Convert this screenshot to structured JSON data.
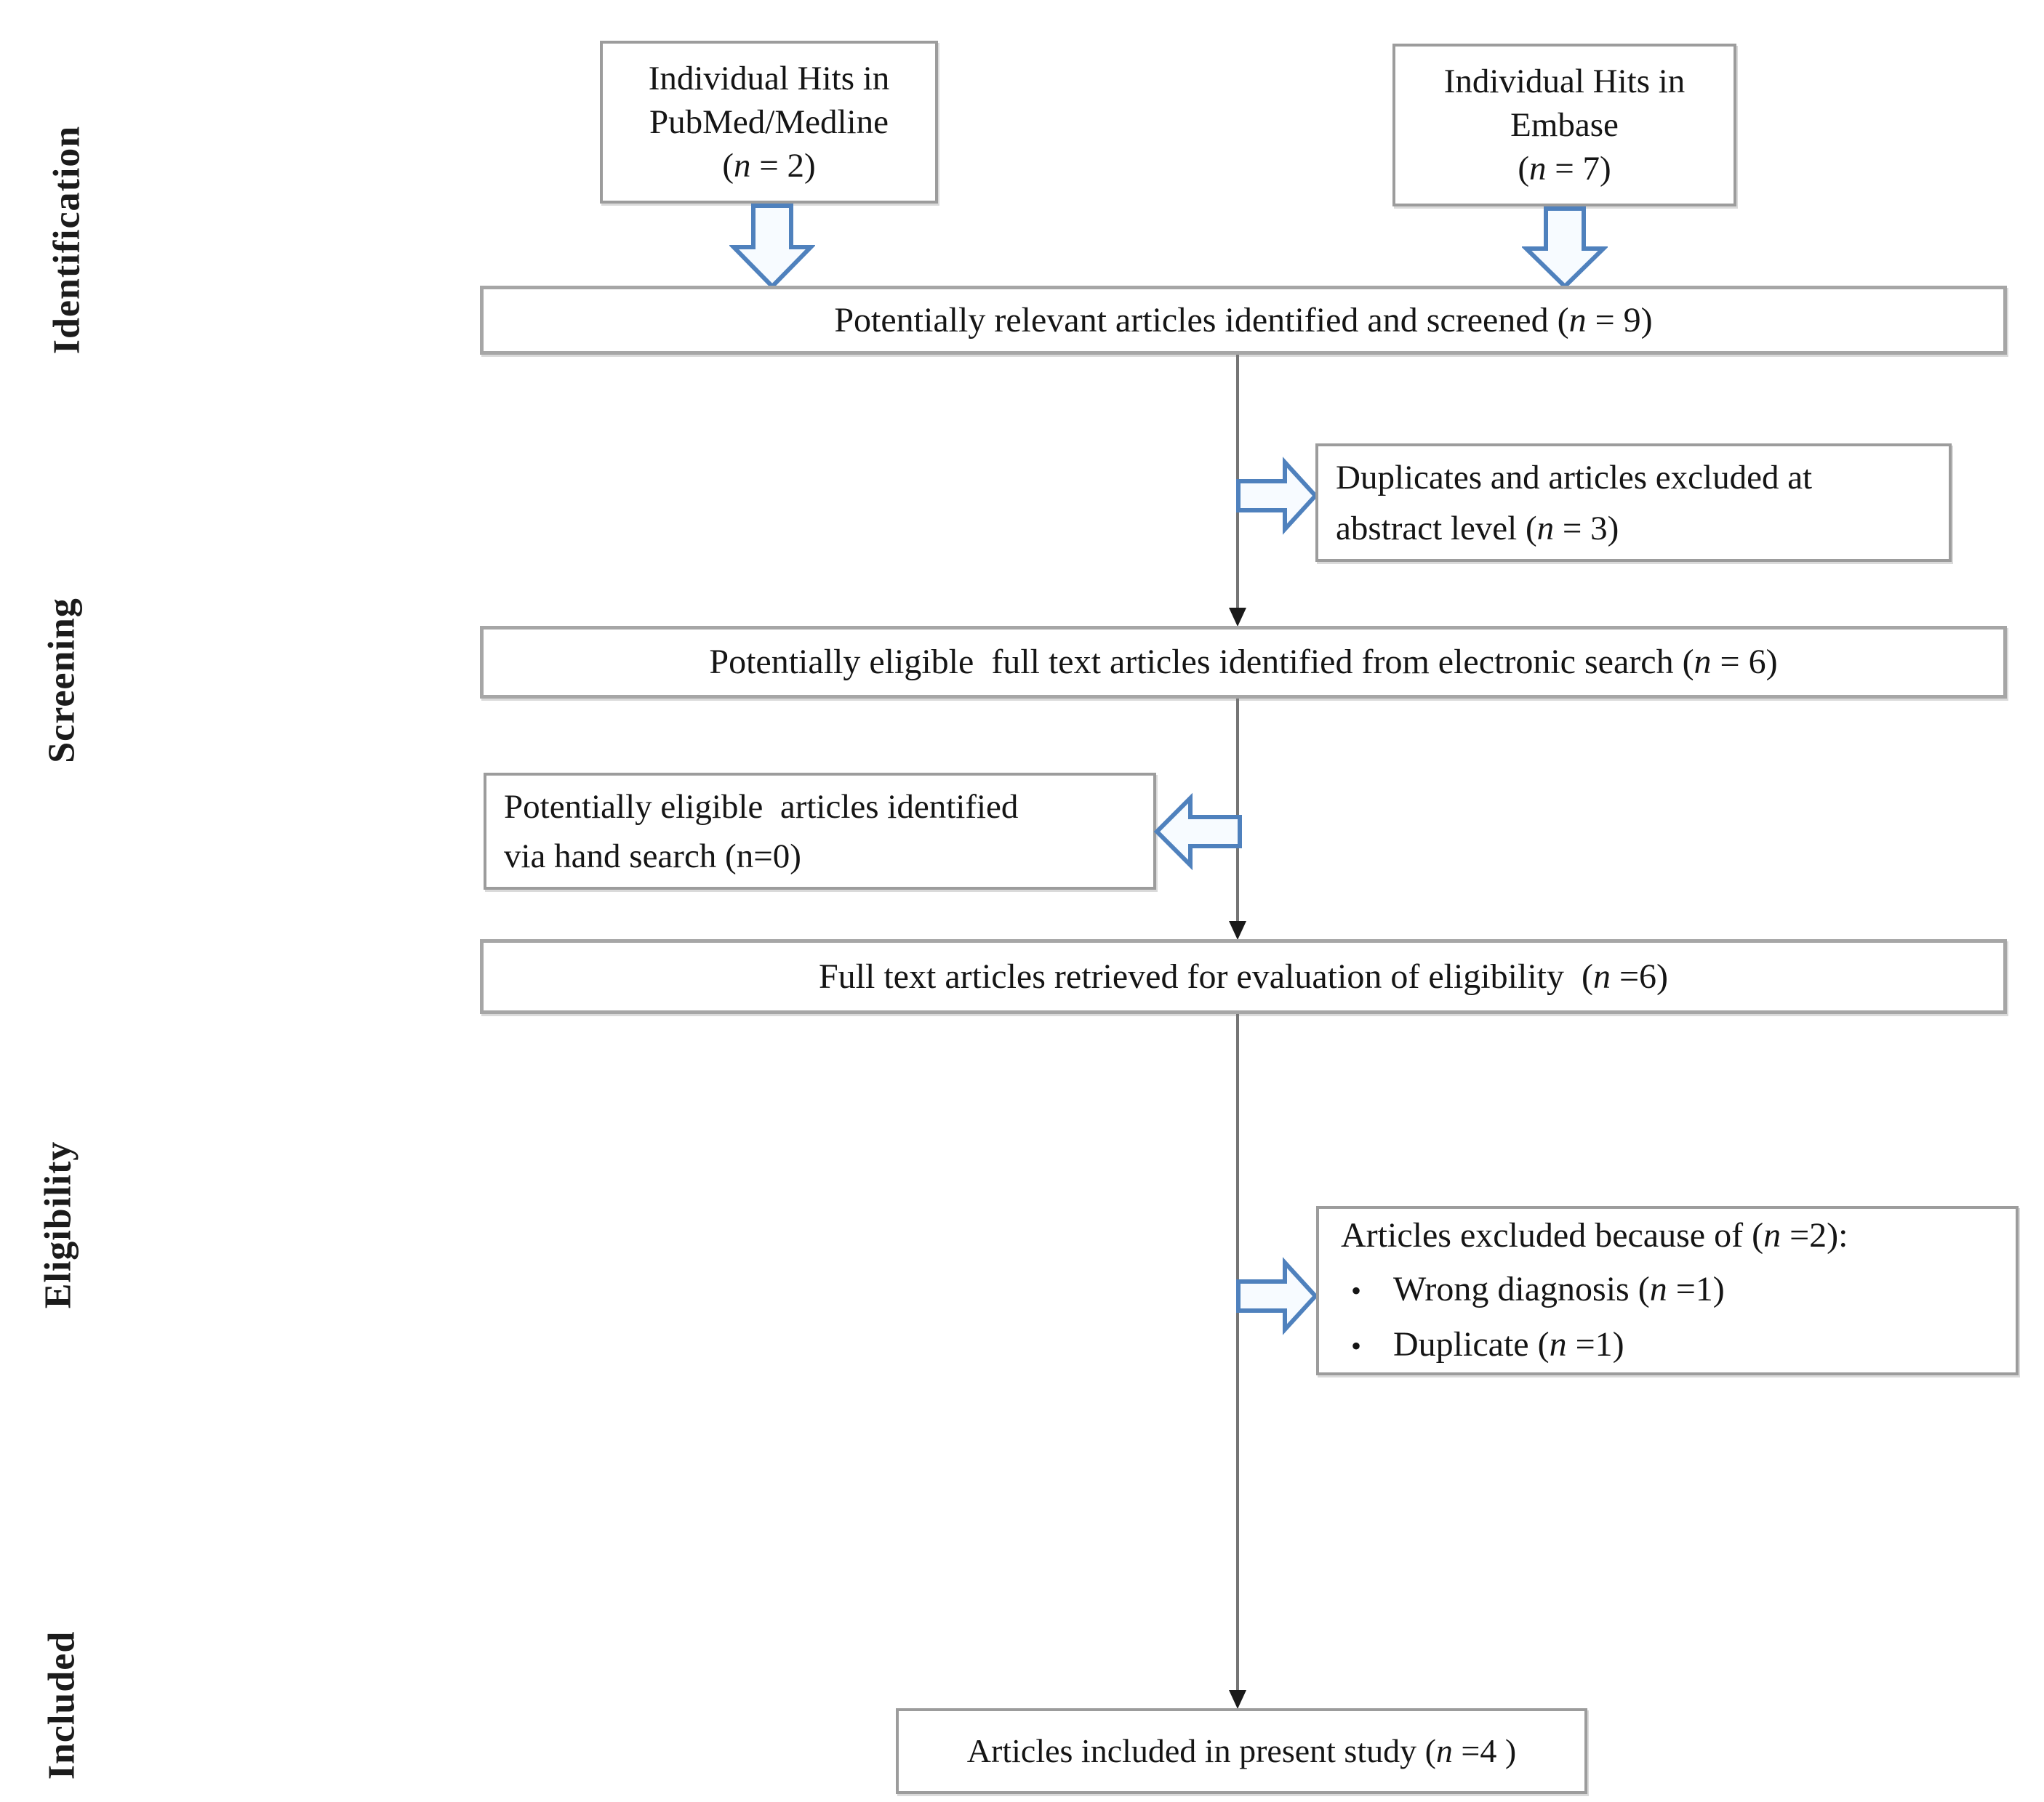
{
  "diagram": {
    "title_semantic": "Literature screening flow diagram (PRISMA style)",
    "colors": {
      "box_border": "#9c9c9c",
      "wide_box_border": "#a6a6a6",
      "arrow_outline": "#4f81bd",
      "arrow_fill": "#f7fbff",
      "connector_line": "#757575",
      "connector_arrowhead": "#1a1a1a",
      "text": "#151515",
      "background": "#ffffff"
    },
    "stage_labels": [
      "Identification",
      "Screening",
      "Eligibility",
      "Included"
    ],
    "nodes": {
      "pubmed": {
        "lines": [
          [
            {
              "t": "Individual Hits in"
            }
          ],
          [
            {
              "t": "PubMed/Medline"
            }
          ],
          [
            {
              "t": "("
            },
            {
              "t": "n",
              "i": true
            },
            {
              "t": " = 2)"
            }
          ]
        ]
      },
      "embase": {
        "lines": [
          [
            {
              "t": "Individual Hits in"
            }
          ],
          [
            {
              "t": "Embase"
            }
          ],
          [
            {
              "t": "("
            },
            {
              "t": "n",
              "i": true
            },
            {
              "t": " = 7)"
            }
          ]
        ]
      },
      "screened": {
        "lines": [
          [
            {
              "t": "Potentially relevant articles identified and screened ("
            },
            {
              "t": "n",
              "i": true
            },
            {
              "t": " = 9)"
            }
          ]
        ]
      },
      "duplicates": {
        "lines": [
          [
            {
              "t": "Duplicates and articles excluded at"
            }
          ],
          [
            {
              "t": "abstract level ("
            },
            {
              "t": "n",
              "i": true
            },
            {
              "t": " = 3)"
            }
          ]
        ]
      },
      "electronic": {
        "lines": [
          [
            {
              "t": "Potentially eligible  full text articles identified from electronic search ("
            },
            {
              "t": "n",
              "i": true
            },
            {
              "t": " = 6)"
            }
          ]
        ]
      },
      "handsearch": {
        "lines": [
          [
            {
              "t": "Potentially eligible  articles identified"
            }
          ],
          [
            {
              "t": "via hand search (n=0)"
            }
          ]
        ]
      },
      "fulltext": {
        "lines": [
          [
            {
              "t": "Full text articles retrieved for evaluation of eligibility  ("
            },
            {
              "t": "n",
              "i": true
            },
            {
              "t": " =6)"
            }
          ]
        ]
      },
      "excluded": {
        "title": [
          {
            "t": "Articles excluded because of ("
          },
          {
            "t": "n",
            "i": true
          },
          {
            "t": " =2):"
          }
        ],
        "bullet_char": "•",
        "bullets": [
          [
            {
              "t": "Wrong diagnosis ("
            },
            {
              "t": "n",
              "i": true
            },
            {
              "t": " =1)"
            }
          ],
          [
            {
              "t": "Duplicate ("
            },
            {
              "t": "n",
              "i": true
            },
            {
              "t": " =1)"
            }
          ]
        ]
      },
      "included": {
        "lines": [
          [
            {
              "t": "Articles included in present study ("
            },
            {
              "t": "n",
              "i": true
            },
            {
              "t": " =4 )"
            }
          ]
        ]
      }
    }
  }
}
